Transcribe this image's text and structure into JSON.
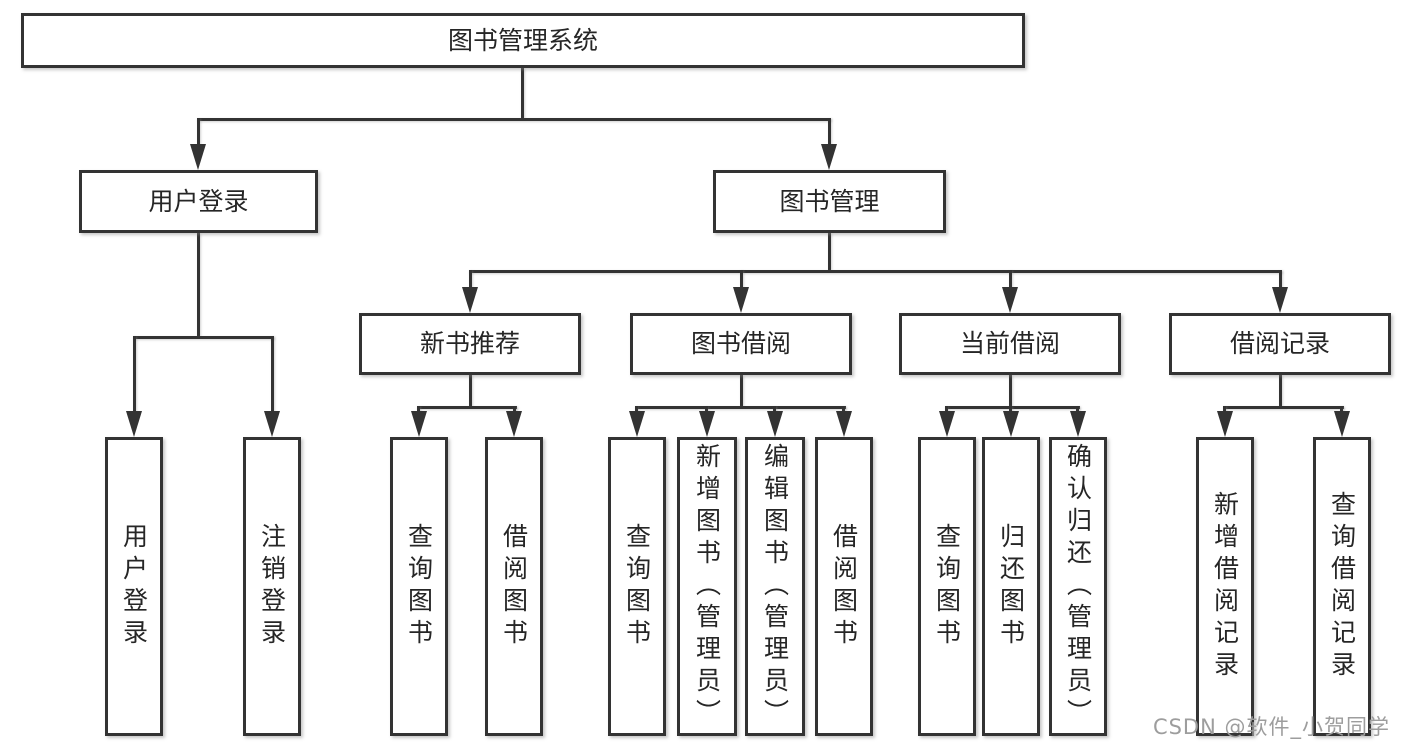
{
  "tree": {
    "root_label": "图书管理系统",
    "user_login": {
      "label": "用户登录",
      "children": [
        {
          "label": "用户登录"
        },
        {
          "label": "注销登录"
        }
      ]
    },
    "book_mgmt": {
      "label": "图书管理",
      "sections": [
        {
          "label": "新书推荐",
          "children": [
            {
              "label": "查询图书"
            },
            {
              "label": "借阅图书"
            }
          ]
        },
        {
          "label": "图书借阅",
          "children": [
            {
              "label": "查询图书"
            },
            {
              "label": "新增图书（管理员）"
            },
            {
              "label": "编辑图书（管理员）"
            },
            {
              "label": "借阅图书"
            }
          ]
        },
        {
          "label": "当前借阅",
          "children": [
            {
              "label": "查询图书"
            },
            {
              "label": "归还图书"
            },
            {
              "label": "确认归还（管理员）"
            }
          ]
        },
        {
          "label": "借阅记录",
          "children": [
            {
              "label": "新增借阅记录"
            },
            {
              "label": "查询借阅记录"
            }
          ]
        }
      ]
    }
  },
  "watermark": "CSDN @软件_小贺同学",
  "colors": {
    "line": "#333333",
    "box_border": "#333333",
    "box_fill": "#ffffff",
    "text": "#262626",
    "watermark": "#9d9d9d",
    "background": "#ffffff"
  }
}
